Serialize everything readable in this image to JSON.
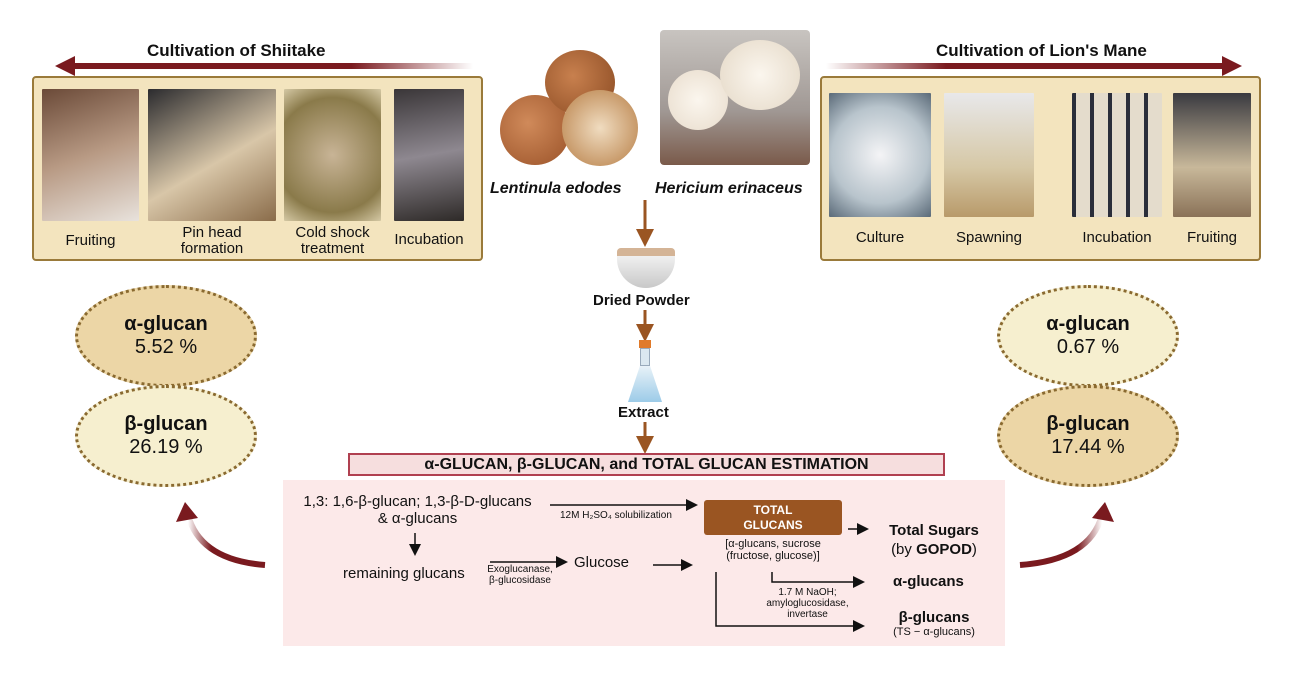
{
  "left_panel": {
    "title": "Cultivation of Shiitake",
    "stages": [
      "Fruiting",
      "Pin head formation",
      "Cold shock treatment",
      "Incubation"
    ]
  },
  "right_panel": {
    "title": "Cultivation of Lion's Mane",
    "stages": [
      "Culture",
      "Spawning",
      "Incubation",
      "Fruiting"
    ]
  },
  "species": {
    "left": "Lentinula edodes",
    "right": "Hericium erinaceus"
  },
  "process": {
    "step1": "Dried Powder",
    "step2": "Extract"
  },
  "results": {
    "shiitake": {
      "alpha_label": "α-glucan",
      "alpha_value": "5.52 %",
      "beta_label": "β-glucan",
      "beta_value": "26.19 %"
    },
    "lions_mane": {
      "alpha_label": "α-glucan",
      "alpha_value": "0.67 %",
      "beta_label": "β-glucan",
      "beta_value": "17.44 %"
    }
  },
  "estimation": {
    "title": "α-GLUCAN, β-GLUCAN, and TOTAL GLUCAN ESTIMATION",
    "source_line1": "1,3: 1,6-β-glucan; 1,3-β-D-glucans",
    "source_line2": "& α-glucans",
    "acid_step": "12M H₂SO₄ solubilization",
    "remaining": "remaining glucans",
    "enzyme_line1": "Exoglucanase,",
    "enzyme_line2": "β-glucosidase",
    "glucose": "Glucose",
    "total_line1": "TOTAL",
    "total_line2": "GLUCANS",
    "total_note1": "[α-glucans, sucrose",
    "total_note2": "(fructose, glucose)]",
    "total_sugars": "Total Sugars",
    "by": "(by ",
    "gopod": "GOPOD",
    "by_end": ")",
    "naoh_line1": "1.7 M NaOH;",
    "naoh_line2": "amyloglucosidase, invertase",
    "alpha_out": "α-glucans",
    "beta_out": "β-glucans",
    "beta_formula": "(TS − α-glucans)"
  },
  "colors": {
    "arrow": "#7a1a1f",
    "brown": "#9a5522",
    "panel": "#fce9e9",
    "tan": "#ecd6a6",
    "cream": "#f6efcf"
  }
}
